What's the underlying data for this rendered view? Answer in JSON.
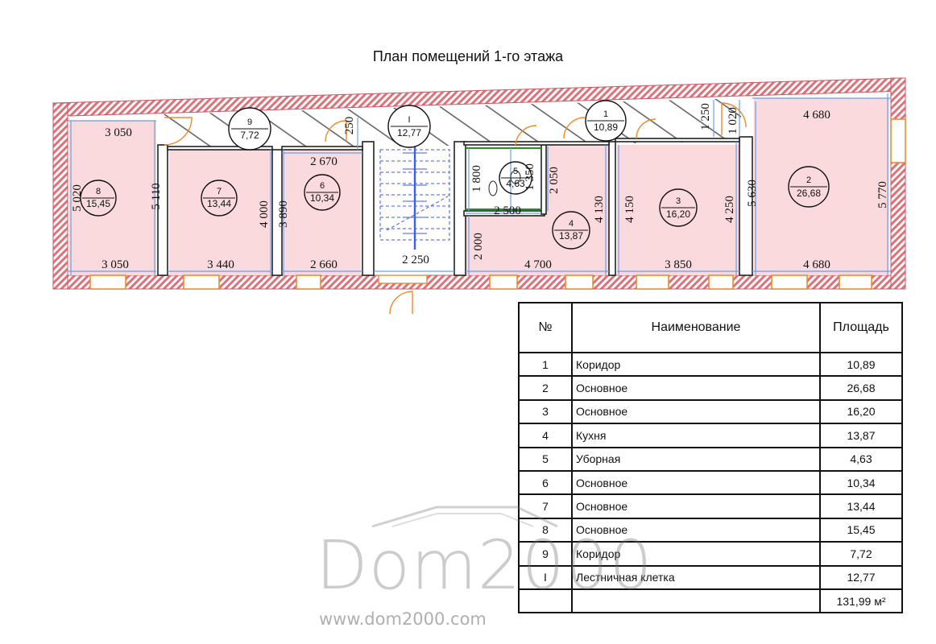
{
  "title": "План помещений 1-го этажа",
  "rooms": [
    {
      "no": "8",
      "area": "15,45"
    },
    {
      "no": "7",
      "area": "13,44"
    },
    {
      "no": "6",
      "area": "10,34"
    },
    {
      "no": "9",
      "area": "7,72"
    },
    {
      "no": "I",
      "area": "12,77"
    },
    {
      "no": "5",
      "area": "4,63"
    },
    {
      "no": "4",
      "area": "13,87"
    },
    {
      "no": "1",
      "area": "10,89"
    },
    {
      "no": "3",
      "area": "16,20"
    },
    {
      "no": "2",
      "area": "26,68"
    }
  ],
  "dimensions": [
    "3 050",
    "3 050",
    "5 020",
    "5 110",
    "3 440",
    "4 000",
    "2 670",
    "2 660",
    "3 890",
    "250",
    "2 250",
    "1 800",
    "1 350",
    "2 050",
    "2 500",
    "2 000",
    "4 700",
    "4 130",
    "4 150",
    "3 850",
    "4 250",
    "1 250",
    "1 020",
    "5 630",
    "4 680",
    "4 680",
    "5 770"
  ],
  "table": {
    "headers": [
      "№",
      "Наименование",
      "Площадь"
    ],
    "rows": [
      {
        "no": "1",
        "name": "Коридор",
        "area": "10,89"
      },
      {
        "no": "2",
        "name": "Основное",
        "area": "26,68"
      },
      {
        "no": "3",
        "name": "Основное",
        "area": "16,20"
      },
      {
        "no": "4",
        "name": "Кухня",
        "area": "13,87"
      },
      {
        "no": "5",
        "name": "Уборная",
        "area": "4,63"
      },
      {
        "no": "6",
        "name": "Основное",
        "area": "10,34"
      },
      {
        "no": "7",
        "name": "Основное",
        "area": "13,44"
      },
      {
        "no": "8",
        "name": "Основное",
        "area": "15,45"
      },
      {
        "no": "9",
        "name": "Коридор",
        "area": "7,72"
      },
      {
        "no": "I",
        "name": "Лестничная клетка",
        "area": "12,77"
      }
    ],
    "total": "131,99 м²"
  },
  "watermark": {
    "brand": "Dom2000",
    "url": "www.dom2000.com"
  },
  "colors": {
    "wall": "#e0707a",
    "room_fill": "#fadadd",
    "dimension": "#6a9ee8",
    "door": "#f08a28",
    "stair": "#3f5ee8"
  }
}
